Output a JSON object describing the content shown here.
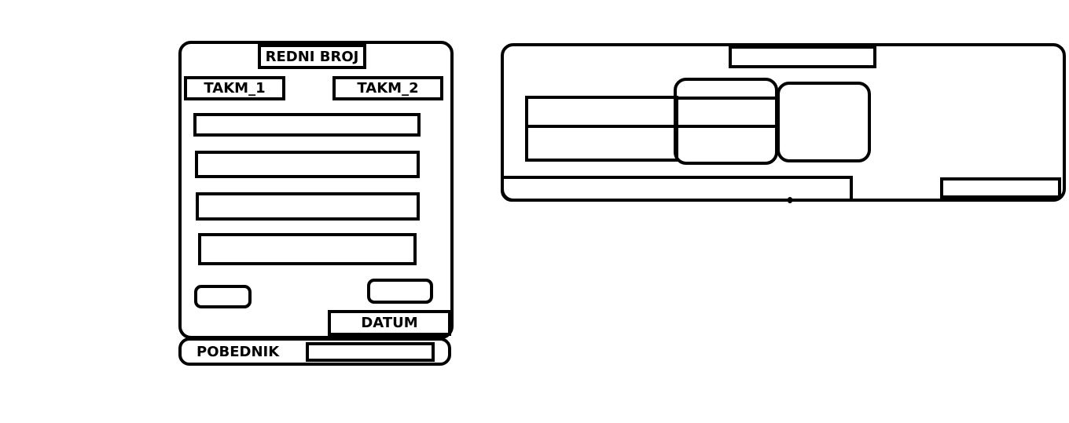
{
  "left_card": {
    "redni_broj_label": "REDNI BROJ",
    "takm1_label": "TAKM_1",
    "takm2_label": "TAKM_2",
    "datum_label": "DATUM",
    "pobednik_label": "POBEDNIK"
  },
  "colors": {
    "stroke": "#000000",
    "background": "#ffffff"
  }
}
